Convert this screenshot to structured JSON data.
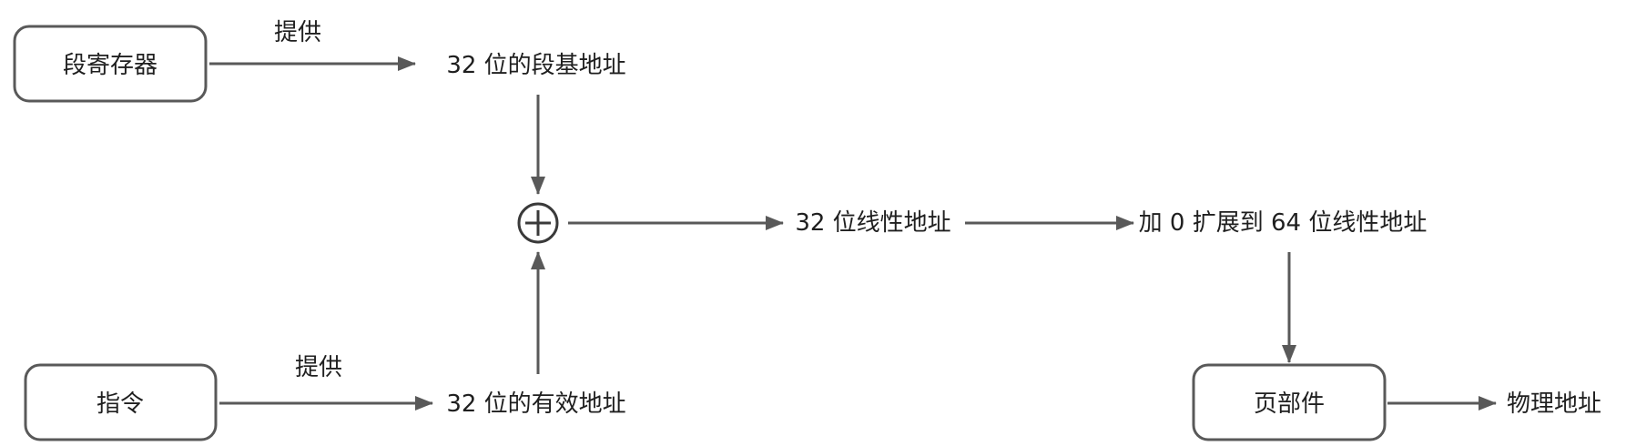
{
  "nodes": {
    "segment_register": "段寄存器",
    "instruction": "指令",
    "segment_base": "32 位的段基地址",
    "effective_address": "32 位的有效地址",
    "linear_address_32": "32 位线性地址",
    "linear_address_64": "加 0 扩展到 64 位线性地址",
    "paging_unit": "页部件",
    "physical_address": "物理地址"
  },
  "edge_labels": {
    "segment_register_provides": "提供",
    "instruction_provides": "提供"
  },
  "adder": {
    "icon": "plus-circle-icon",
    "meaning": "add"
  },
  "colors": {
    "line": "#595959",
    "text": "#1f1f1f",
    "background": "#ffffff"
  }
}
